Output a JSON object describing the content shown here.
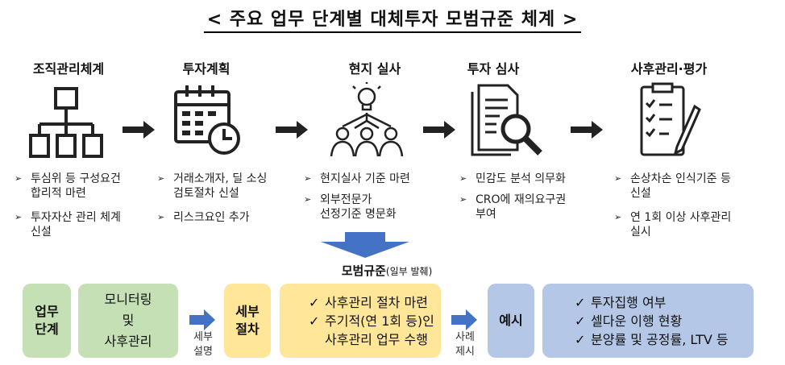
{
  "title": "< 주요 업무 단계별 대체투자 모범규준 체계 >",
  "steps": [
    {
      "label": "조직관리체계",
      "icon": "org-chart-icon",
      "bullets": [
        [
          "투심위 등 구성요건",
          "합리적 마련"
        ],
        [
          "투자자산 관리 체계",
          "신설"
        ]
      ]
    },
    {
      "label": "투자계획",
      "icon": "calendar-clock-icon",
      "bullets": [
        [
          "거래소개자, 딜 소싱",
          "검토절차 신설"
        ],
        [
          "리스크요인 추가"
        ]
      ]
    },
    {
      "label": "현지 실사",
      "icon": "team-idea-icon",
      "bullets": [
        [
          "현지실사 기준 마련"
        ],
        [
          "외부전문가",
          "선정기준 명문화"
        ]
      ]
    },
    {
      "label": "투자 심사",
      "icon": "document-magnifier-icon",
      "bullets": [
        [
          "민감도 분석 의무화"
        ],
        [
          "CRO에 재의요구권",
          "부여"
        ]
      ]
    },
    {
      "label": "사후관리·평가",
      "icon": "checklist-pen-icon",
      "bullets": [
        [
          "손상차손 인식기준 등",
          "신설"
        ],
        [
          "연 1회 이상 사후관리",
          "실시"
        ]
      ]
    }
  ],
  "model": {
    "title": "모범규준",
    "subtitle": "(일부 발췌)"
  },
  "bottom": {
    "stage_label": [
      "업무",
      "단계"
    ],
    "stage_value": [
      "모니터링",
      "및",
      "사후관리"
    ],
    "arrow1_label": [
      "세부",
      "설명"
    ],
    "detail_label": [
      "세부",
      "절차"
    ],
    "detail_items": [
      "사후관리 절차 마련",
      "주기적(연 1회 등)인",
      "사후관리 업무 수행"
    ],
    "arrow2_label": [
      "사례",
      "제시"
    ],
    "example_label": "예시",
    "example_items": [
      "투자집행 여부",
      "셀다운 이행 현황",
      "분양률 및 공정률, LTV 등"
    ]
  },
  "colors": {
    "green": "#c5e0b4",
    "yellow": "#ffe699",
    "blue": "#b4c7e7",
    "arrow": "#4472c4"
  }
}
